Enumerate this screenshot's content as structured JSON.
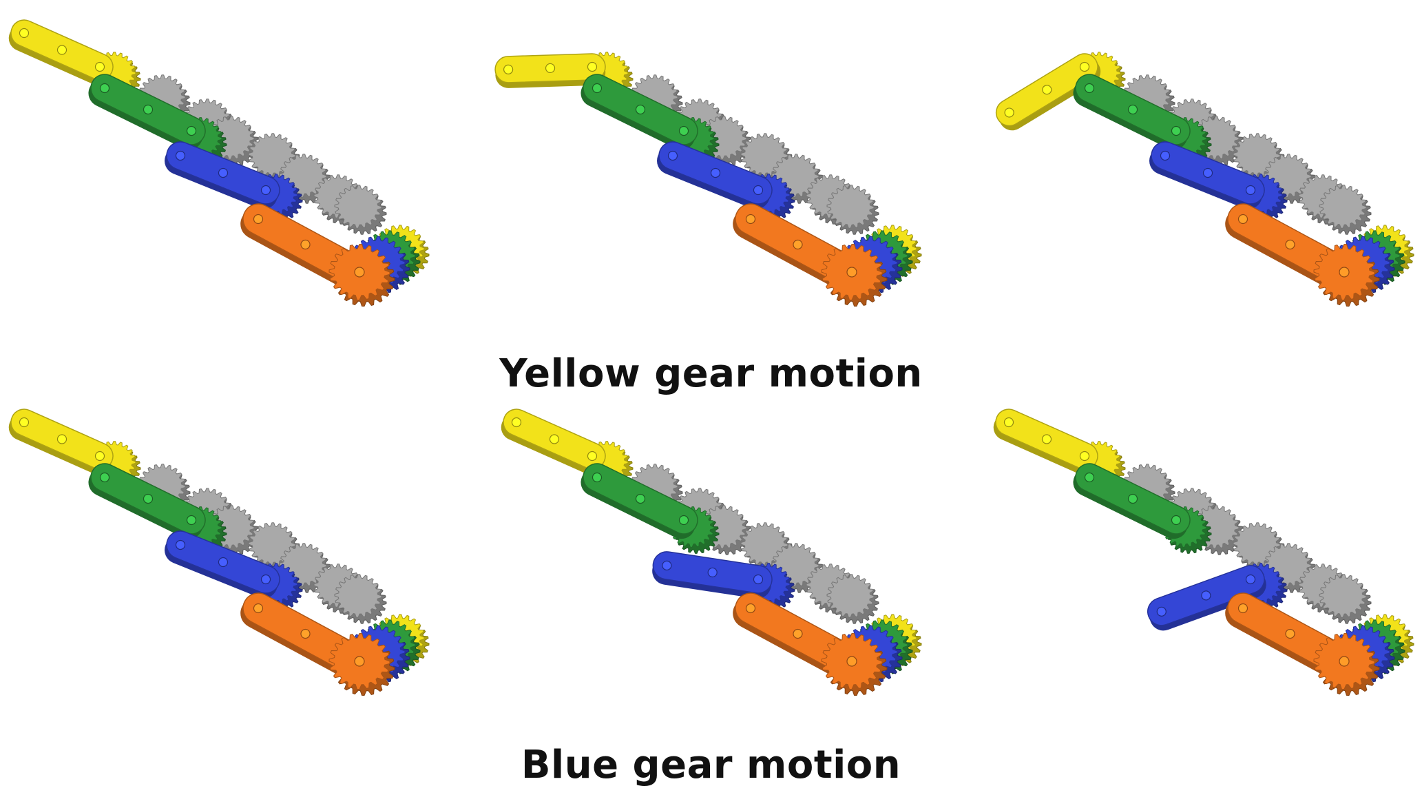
{
  "captions": {
    "top": "Yellow gear motion",
    "bottom": "Blue gear motion"
  },
  "colors": {
    "yellow": "#f2e21a",
    "green": "#2e9a3c",
    "blue": "#3446d6",
    "orange": "#f2781f",
    "gray": "#a9a9a9",
    "background": "#ffffff"
  },
  "mechanisms": [
    {
      "row": "yellow-gear-motion",
      "frame": 1,
      "moved_link": "yellow",
      "swing": 0
    },
    {
      "row": "yellow-gear-motion",
      "frame": 2,
      "moved_link": "yellow",
      "swing": -22
    },
    {
      "row": "yellow-gear-motion",
      "frame": 3,
      "moved_link": "yellow",
      "swing": -48
    },
    {
      "row": "blue-gear-motion",
      "frame": 1,
      "moved_link": "blue",
      "swing": 0
    },
    {
      "row": "blue-gear-motion",
      "frame": 2,
      "moved_link": "blue",
      "swing": -12
    },
    {
      "row": "blue-gear-motion",
      "frame": 3,
      "moved_link": "blue",
      "swing": -38
    }
  ]
}
